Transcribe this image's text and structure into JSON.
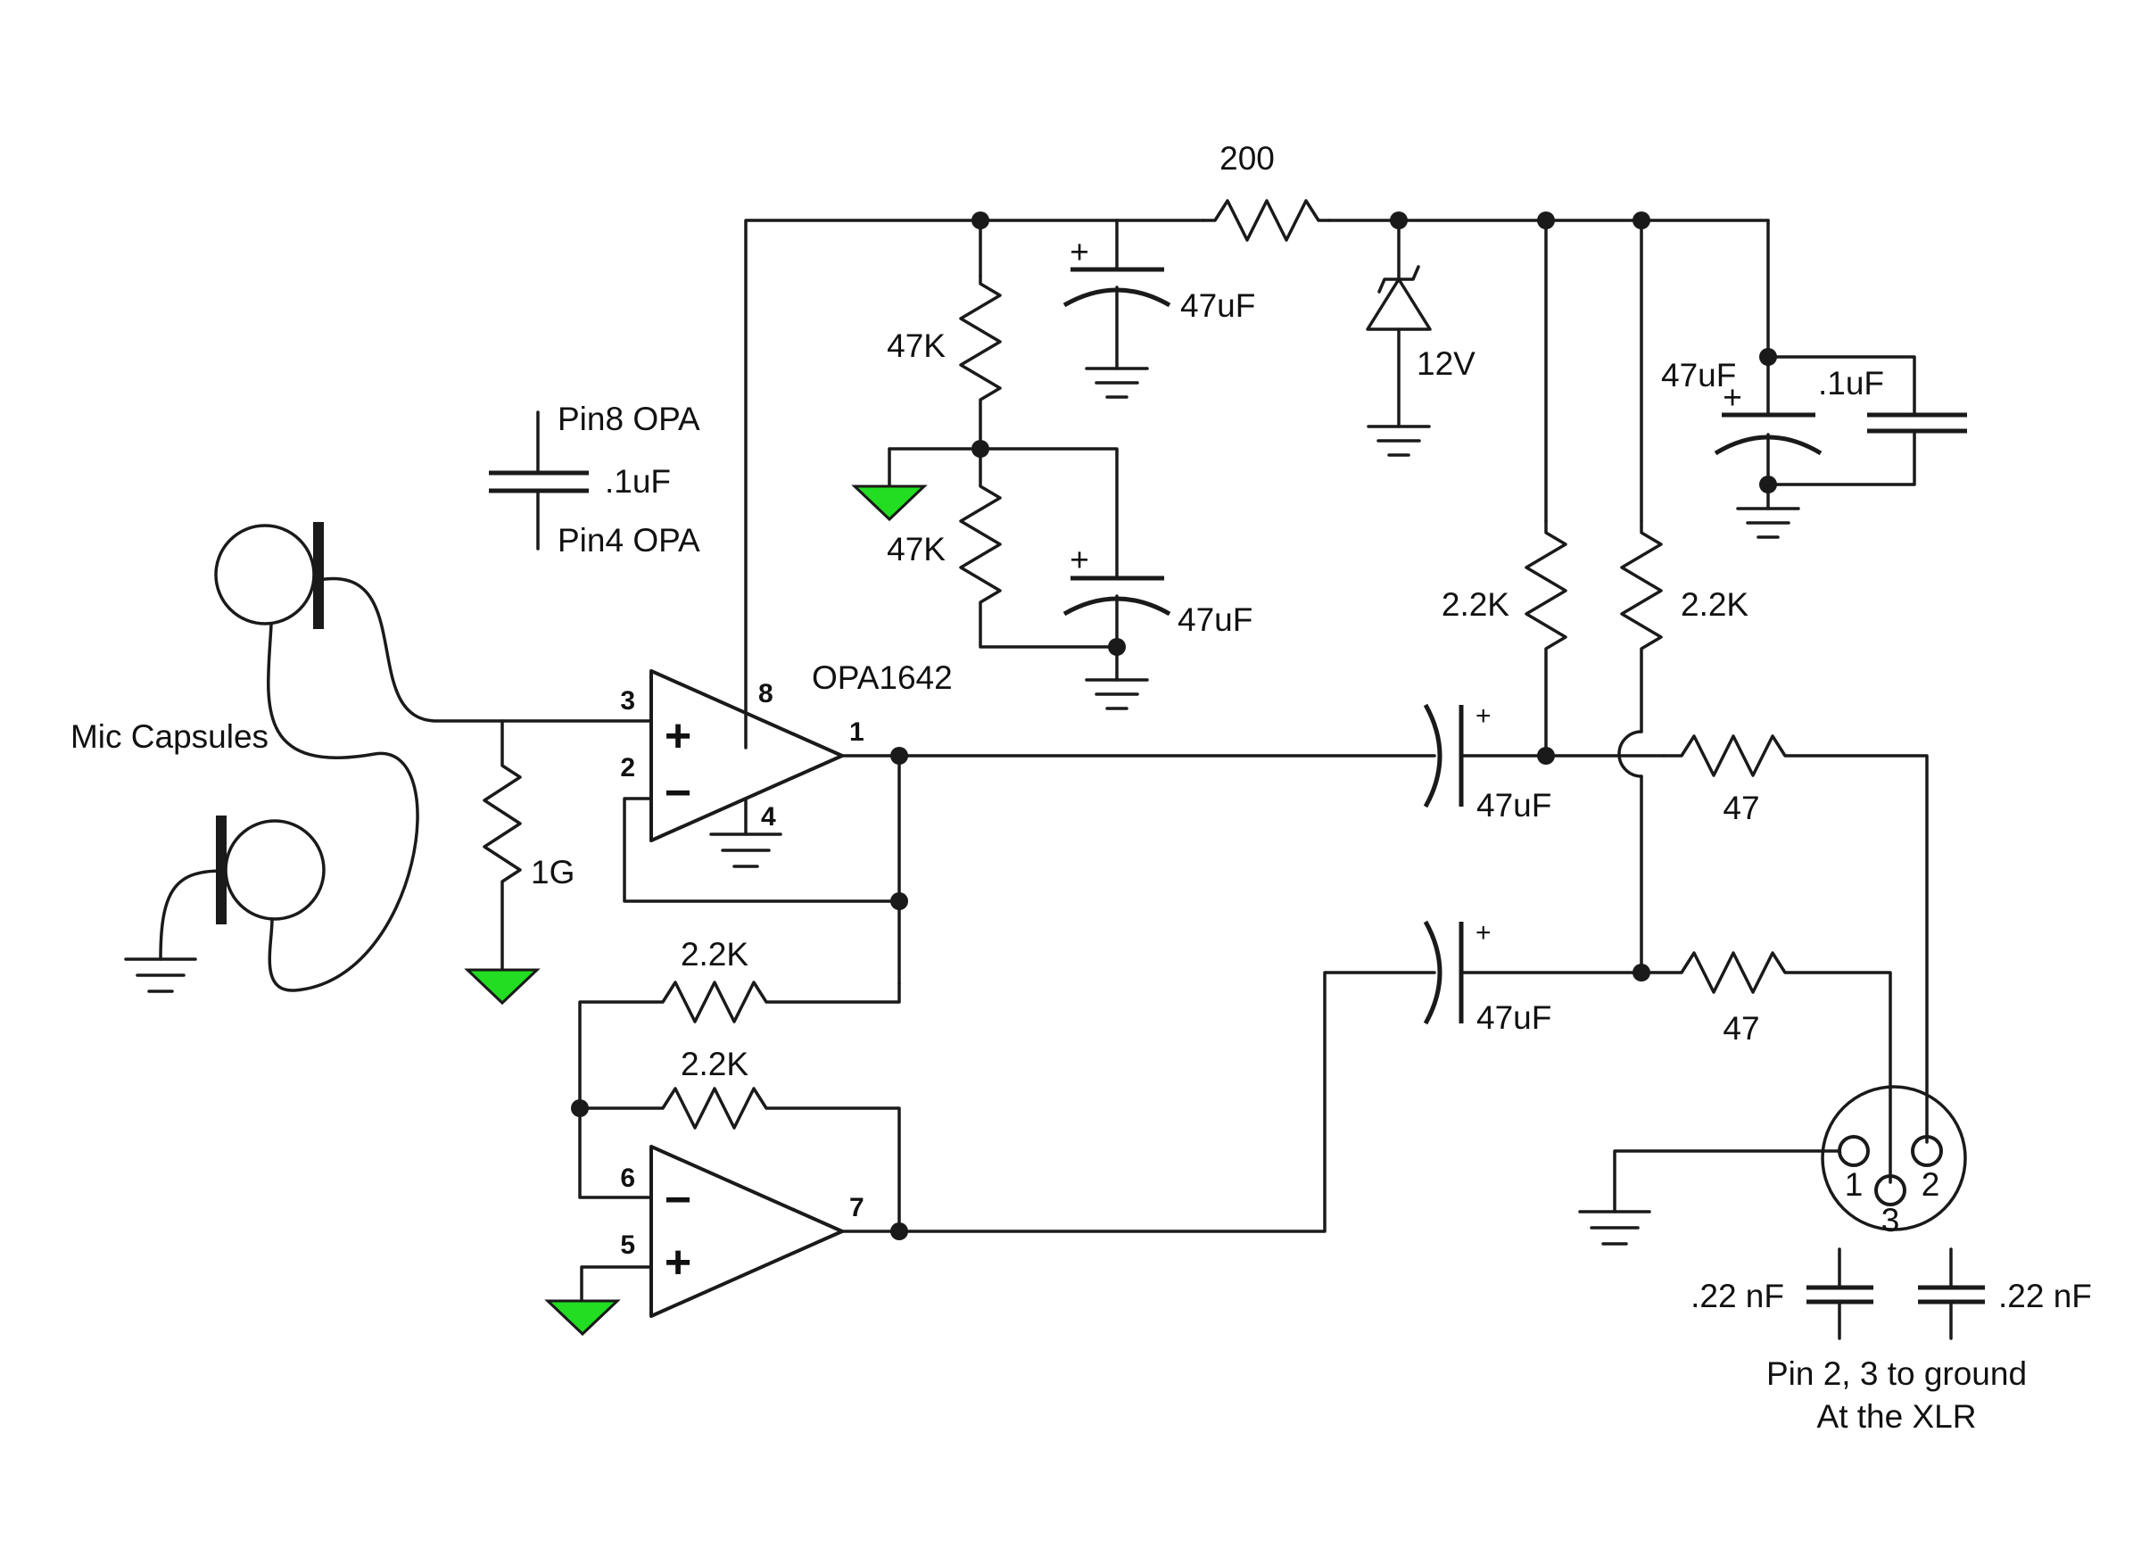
{
  "title": "",
  "colors": {
    "wire": "#1a1a1a",
    "signal_ground": "#22dd22",
    "background": "#ffffff"
  },
  "opamp": {
    "part": "OPA1642",
    "pins": {
      "p1": "1",
      "p2": "2",
      "p3": "3",
      "p4": "4",
      "p5": "5",
      "p6": "6",
      "p7": "7",
      "p8": "8"
    },
    "plus": "+",
    "minus": "−"
  },
  "labels": {
    "mic_capsules": "Mic Capsules",
    "r_input": "1G",
    "decoupling_top": "Pin8 OPA",
    "decoupling_value": ".1uF",
    "decoupling_bottom": "Pin4 OPA",
    "r_supply": "200",
    "c_supply": "47uF",
    "zener": "12V",
    "r_bias_top": "47K",
    "r_bias_bottom": "47K",
    "c_bias": "47uF",
    "c_rail_electrolytic": "47uF",
    "c_rail_film": ".1uF",
    "r_pull_left": "2.2K",
    "r_pull_right": "2.2K",
    "c_out_top": "47uF",
    "c_out_bottom": "47uF",
    "r_out_top": "47",
    "r_out_bottom": "47",
    "r_fb_top": "2.2K",
    "r_fb_bottom": "2.2K",
    "xlr_pin1": "1",
    "xlr_pin2": "2",
    "xlr_pin3": "3",
    "c_xlr_left": ".22 nF",
    "c_xlr_right": ".22 nF",
    "xlr_note_line1": "Pin 2, 3 to ground",
    "xlr_note_line2": "At the XLR",
    "polarity_plus": "+"
  }
}
